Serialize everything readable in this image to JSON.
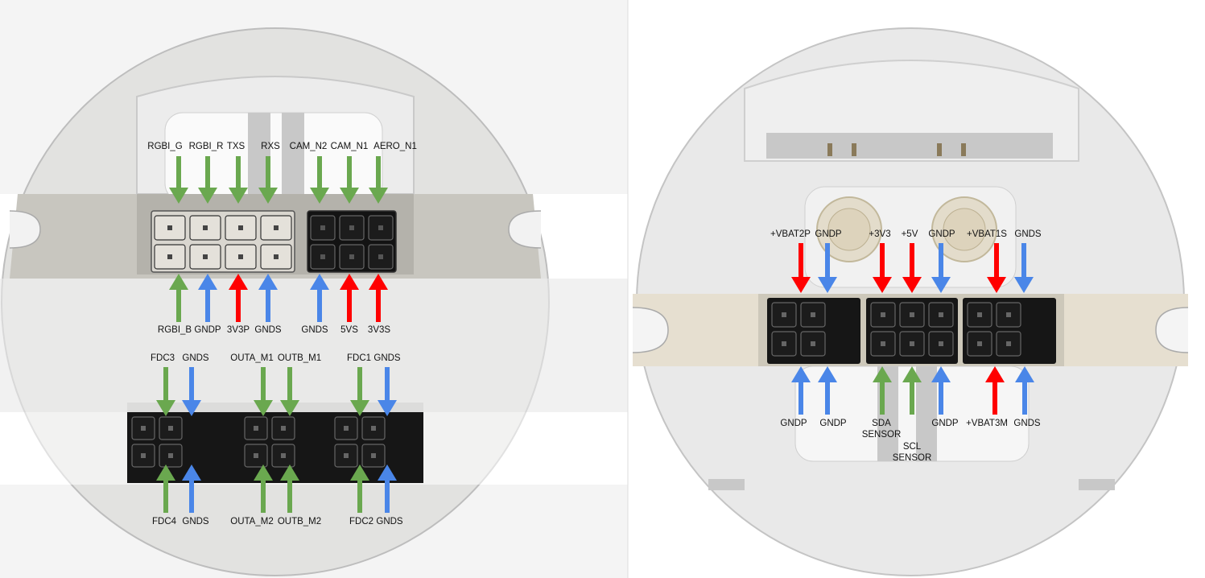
{
  "colors": {
    "signal": "#6aa84f",
    "ground": "#4a86e8",
    "power": "#ff0000"
  },
  "left_board": {
    "top_row_labels": [
      "RGBI_G",
      "RGBI_R",
      "TXS",
      "RXS",
      "CAM_N2",
      "CAM_N1",
      "AERO_N1"
    ],
    "top_row_kinds": [
      "signal",
      "signal",
      "signal",
      "signal",
      "signal",
      "signal",
      "signal"
    ],
    "upper_bottom_labels": [
      "RGBI_B",
      "GNDP",
      "3V3P",
      "GNDS",
      "GNDS",
      "5VS",
      "3V3S"
    ],
    "upper_bottom_kinds": [
      "signal",
      "ground",
      "power",
      "ground",
      "ground",
      "power",
      "power"
    ],
    "middle_labels": [
      "FDC3",
      "GNDS",
      "OUTA_M1",
      "OUTB_M1",
      "FDC1",
      "GNDS"
    ],
    "middle_kinds": [
      "signal",
      "ground",
      "signal",
      "signal",
      "signal",
      "ground"
    ],
    "bottom_labels": [
      "FDC4",
      "GNDS",
      "OUTA_M2",
      "OUTB_M2",
      "FDC2",
      "GNDS"
    ],
    "bottom_kinds": [
      "signal",
      "ground",
      "signal",
      "signal",
      "signal",
      "ground"
    ]
  },
  "right_board": {
    "top_labels": [
      "+VBAT2P",
      "GNDP",
      "+3V3",
      "+5V",
      "GNDP",
      "+VBAT1S",
      "GNDS"
    ],
    "top_kinds": [
      "power",
      "ground",
      "power",
      "power",
      "ground",
      "power",
      "ground"
    ],
    "bottom_labels": [
      "GNDP",
      "GNDP",
      "SDA SENSOR",
      "SCL SENSOR",
      "GNDP",
      "+VBAT3M",
      "GNDS"
    ],
    "bottom_kinds": [
      "ground",
      "ground",
      "signal",
      "signal",
      "ground",
      "power",
      "ground"
    ]
  }
}
